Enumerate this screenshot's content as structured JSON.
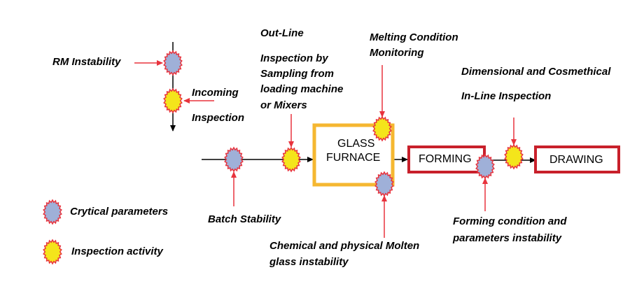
{
  "colors": {
    "critical_fill": "#9fb0d8",
    "inspection_fill": "#f4e51b",
    "burst_stroke": "#e8333d",
    "arrow_red": "#e8333d",
    "furnace_border": "#f5b731",
    "process_border": "#c8202b",
    "line": "#000000"
  },
  "labels": {
    "rm_instability": "RM Instability",
    "incoming_1": "Incoming",
    "incoming_2": "Inspection",
    "outline_title": "Out-Line",
    "sampling_1": "Inspection by",
    "sampling_2": "Sampling from",
    "sampling_3": "loading machine",
    "sampling_4": "or Mixers",
    "melting_1": "Melting Condition",
    "melting_2": "Monitoring",
    "dimensional": "Dimensional and Cosmethical",
    "inline": "In-Line Inspection",
    "batch": "Batch Stability",
    "chemical_1": "Chemical and physical Molten",
    "chemical_2": "glass instability",
    "forming_cond_1": "Forming condition and",
    "forming_cond_2": "parameters instability"
  },
  "boxes": {
    "furnace_1": "GLASS",
    "furnace_2": "FURNACE",
    "forming": "FORMING",
    "drawing": "DRAWING"
  },
  "legend": {
    "critical": "Crytical parameters",
    "inspection": "Inspection activity",
    "critical_icon": "blue-burst-icon",
    "inspection_icon": "yellow-burst-icon"
  }
}
